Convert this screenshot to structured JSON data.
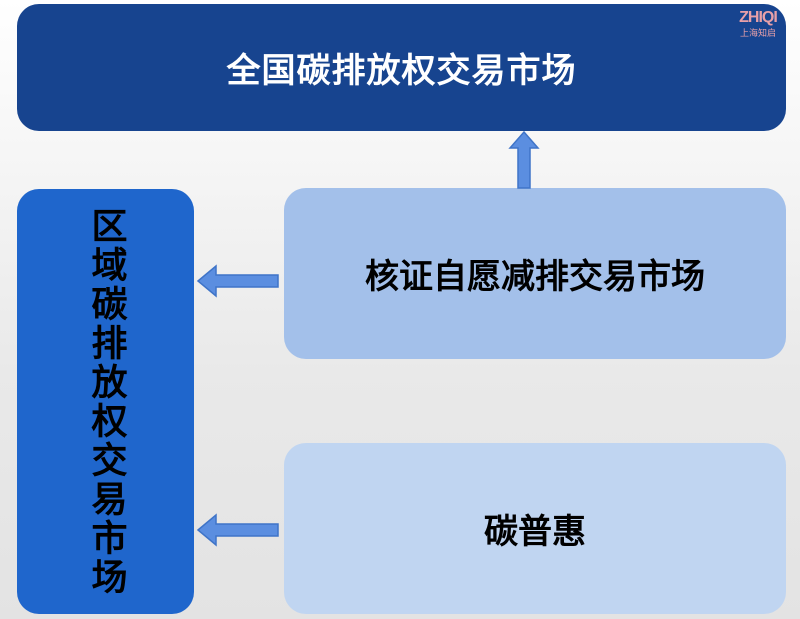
{
  "national_market": "全国碳排放权交易市场",
  "regional_market": "区域碳排放权交易市场",
  "ccer_market": "核证自愿减排交易市场",
  "carbon_inclusion": "碳普惠",
  "watermark": {
    "brand": "ZHIQI",
    "subtitle": "上海知启"
  },
  "colors": {
    "national": "#17448f",
    "regional": "#1f66cc",
    "ccer": "#a3c0ea",
    "carbon_inclusion": "#c0d5f1",
    "arrow": "#5b8ee0"
  },
  "arrows": [
    {
      "from": "ccer_market",
      "to": "national_market"
    },
    {
      "from": "ccer_market",
      "to": "regional_market"
    },
    {
      "from": "carbon_inclusion",
      "to": "regional_market"
    }
  ]
}
